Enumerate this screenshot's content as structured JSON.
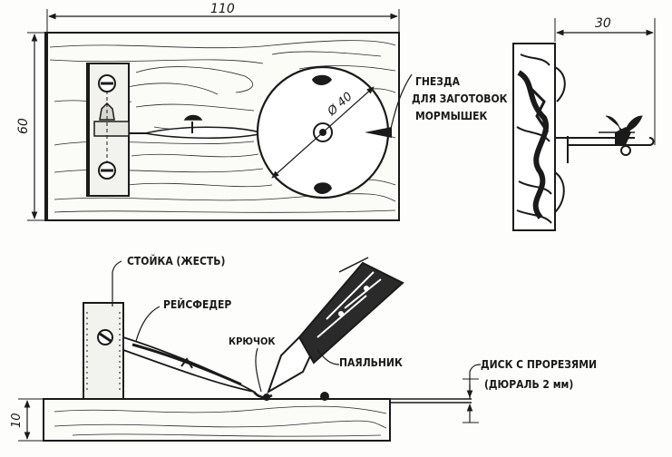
{
  "top_view": {
    "dim_width": "110",
    "dim_height": "60",
    "dim_diameter": "Ø 40",
    "label_sockets": [
      "ГНЕЗДА",
      "ДЛЯ ЗАГОТОВОК",
      "МОРМЫШЕК"
    ]
  },
  "side_view": {
    "dim_width": "30"
  },
  "front_view": {
    "label_post": "СТОЙКА (ЖЕСТЬ)",
    "label_pen": "РЕЙСФЕДЕР",
    "label_hook": "КРЮЧОК",
    "label_iron": "ПАЯЛЬНИК",
    "label_disk": [
      "ДИСК С ПРОРЕЗЯМИ",
      "(ДЮРАЛЬ 2 мм)"
    ],
    "dim_thickness": "10"
  }
}
